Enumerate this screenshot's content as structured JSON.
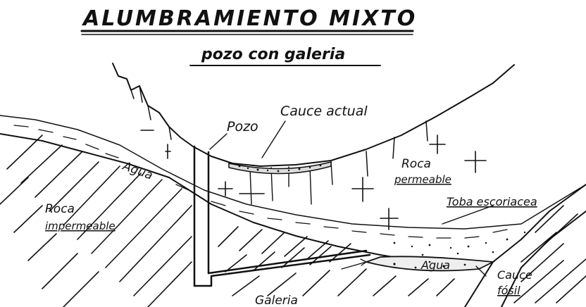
{
  "title": "ALUMBRAMIENTO MIXTO",
  "subtitle": "pozo con galeria",
  "labels": {
    "pozo": "Pozo",
    "cauce_actual": "Cauce actual",
    "agua_upper": "Agua",
    "roca_permeable_1": "Roca",
    "roca_permeable_2": "permeable",
    "roca_impermeable_1": "Roca",
    "roca_impermeable_2": "impermeable",
    "toba": "Toba escoriacea",
    "agua_lower": "Agua",
    "cauce_fosil_1": "Cauce",
    "cauce_fosil_2": "fósil",
    "galeria": "Galeria"
  }
}
